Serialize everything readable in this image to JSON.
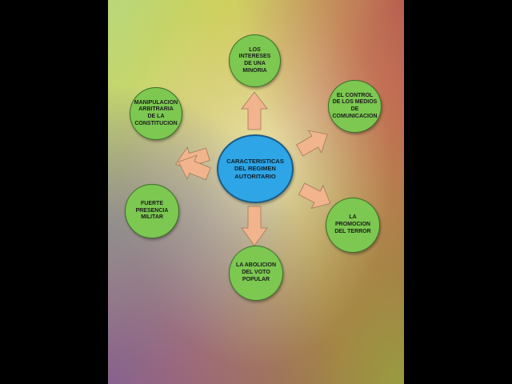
{
  "diagram": {
    "center": "CARACTERISTICAS DEL REGIMEN AUTORITARIO",
    "nodes": {
      "top": "LOS INTERESES DE UNA MINORIA",
      "top_right": "EL CONTROL DE LOS MEDIOS DE COMUNICACION",
      "right": "LA PROMOCION DEL TERROR",
      "bottom": "LA ABOLICION DEL VOTO POPULAR",
      "left": "FUERTE PRESENCIA MILITAR",
      "top_left": "MANIPULACION ARBITRARIA DE LA CONSTITUCION"
    }
  },
  "colors": {
    "center_fill": "#2ea5e6",
    "node_fill": "#7cc851",
    "arrow_fill": "#f2b48c"
  }
}
